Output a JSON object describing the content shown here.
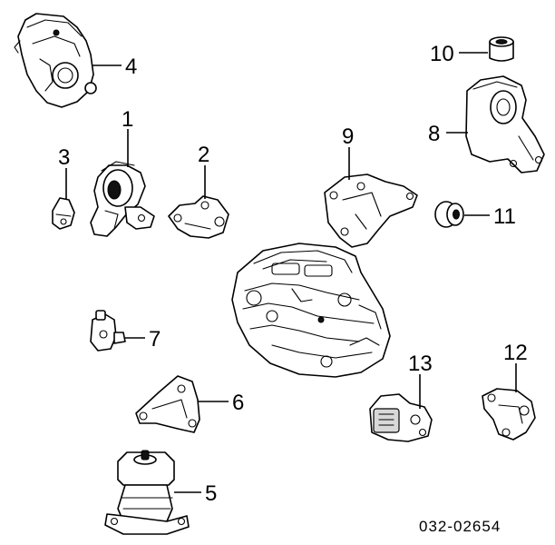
{
  "callouts": {
    "c1": "1",
    "c2": "2",
    "c3": "3",
    "c4": "4",
    "c5": "5",
    "c6": "6",
    "c7": "7",
    "c8": "8",
    "c9": "9",
    "c10": "10",
    "c11": "11",
    "c12": "12",
    "c13": "13"
  },
  "document_number": "032-02654",
  "colors": {
    "line": "#000000",
    "background": "#ffffff"
  }
}
